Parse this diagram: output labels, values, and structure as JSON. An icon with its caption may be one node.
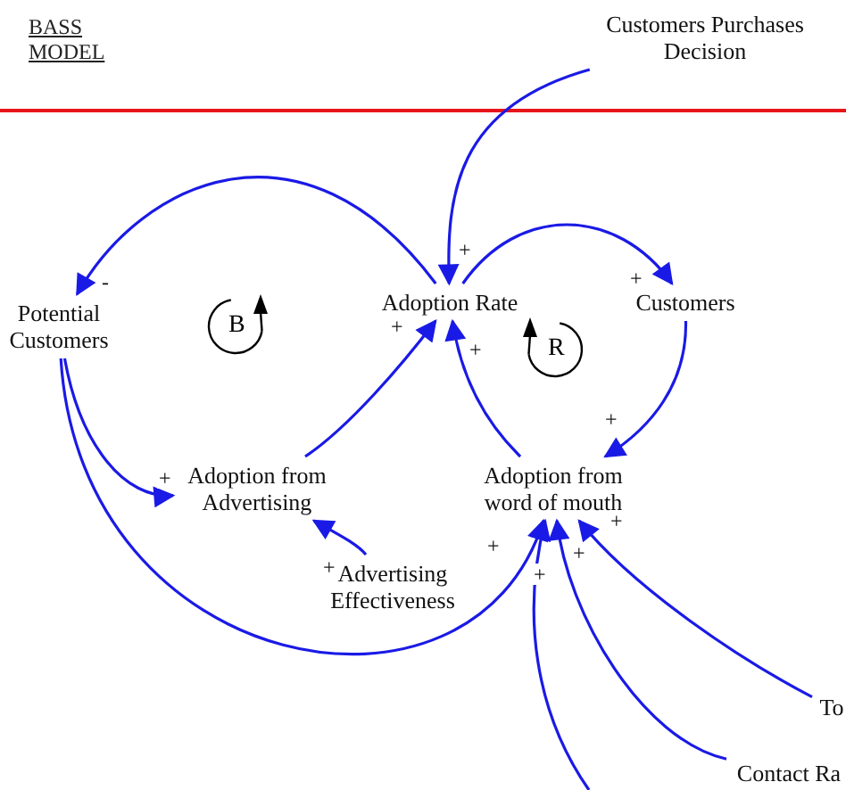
{
  "diagram": {
    "title": "BASS MODEL",
    "nodes": [
      {
        "text": [
          "Customers Purchases Decision"
        ]
      },
      {
        "text": [
          "Potential Customers"
        ]
      },
      {
        "text": [
          "Adoption Rate"
        ]
      },
      {
        "text": [
          "Customers"
        ]
      },
      {
        "text": [
          "Adoption from Advertising"
        ]
      },
      {
        "text": [
          "Adoption from word of mouth"
        ]
      },
      {
        "text": [
          "Advertising Effectiveness"
        ]
      },
      {
        "text": [
          "To"
        ]
      },
      {
        "text": [
          "Contact Ra"
        ]
      }
    ],
    "edges": [
      {
        "from": 0,
        "to": 2,
        "arrow": "to",
        "label": "+"
      },
      {
        "from": 2,
        "to": 1,
        "arrow": "to",
        "label": "-"
      },
      {
        "from": 2,
        "to": 3,
        "arrow": "to",
        "label": "+"
      },
      {
        "from": 3,
        "to": 5,
        "arrow": "to",
        "label": "+"
      },
      {
        "from": 1,
        "to": 4,
        "arrow": "to",
        "label": "+"
      },
      {
        "from": 4,
        "to": 2,
        "arrow": "to",
        "label": "+"
      },
      {
        "from": 5,
        "to": 2,
        "arrow": "to",
        "label": "+"
      },
      {
        "from": 6,
        "to": 4,
        "arrow": "to",
        "label": "+"
      },
      {
        "from": 1,
        "to": 5,
        "arrow": "to",
        "label": "+"
      },
      {
        "from": null,
        "to": 5,
        "arrow": "to",
        "label": "+"
      },
      {
        "from": 8,
        "to": 5,
        "arrow": "to",
        "label": "+"
      },
      {
        "from": 7,
        "to": 5,
        "arrow": "to",
        "label": "+"
      }
    ],
    "labels": [
      "B",
      "R"
    ]
  }
}
